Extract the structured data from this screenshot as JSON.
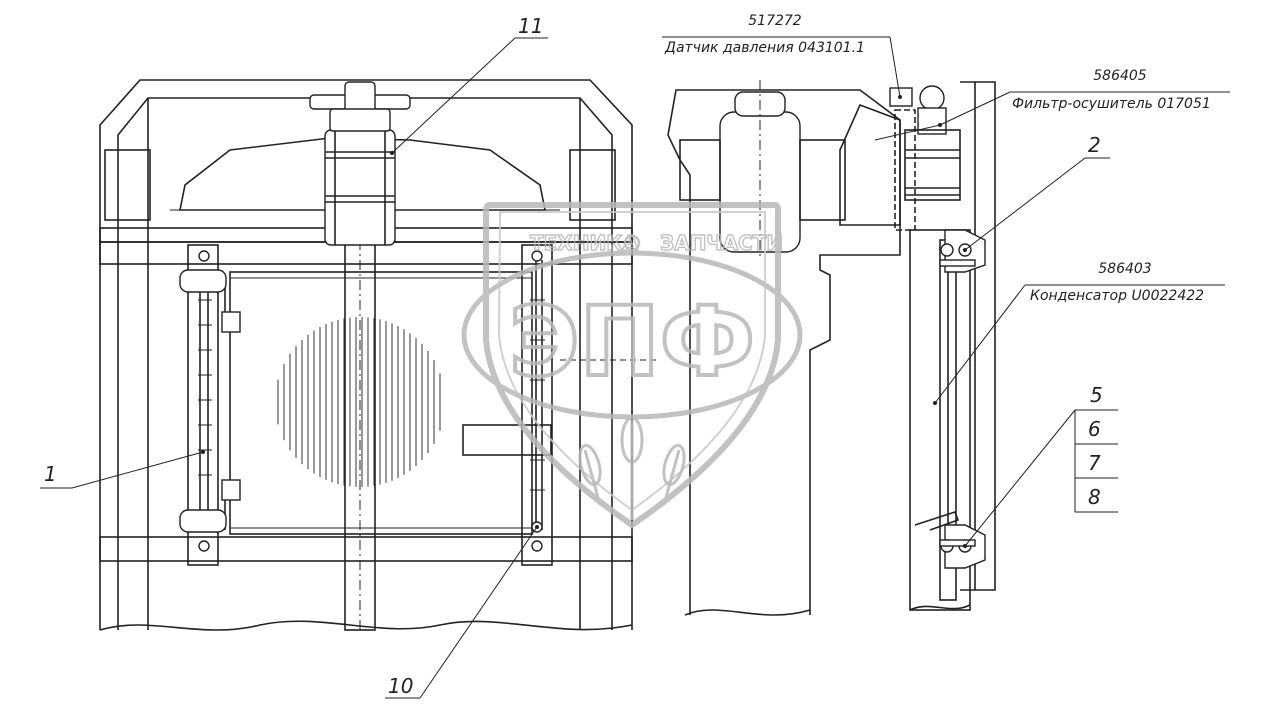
{
  "callouts": {
    "c1": "1",
    "c2": "2",
    "c10": "10",
    "c11": "11",
    "stack": [
      "5",
      "6",
      "7",
      "8"
    ]
  },
  "labels": {
    "sensor_code": "517272",
    "sensor_name": "Датчик давления 043101.1",
    "filter_code": "586405",
    "filter_name": "Фильтр-осушитель 017051",
    "condenser_code": "586403",
    "condenser_name": "Конденсатор U0022422"
  },
  "watermark": {
    "top_text_left": "ТЕХНИКА",
    "top_text_right": "ЗАПЧАСТИ",
    "main_text": "ЭПФ",
    "color": "#b8b8b8"
  }
}
